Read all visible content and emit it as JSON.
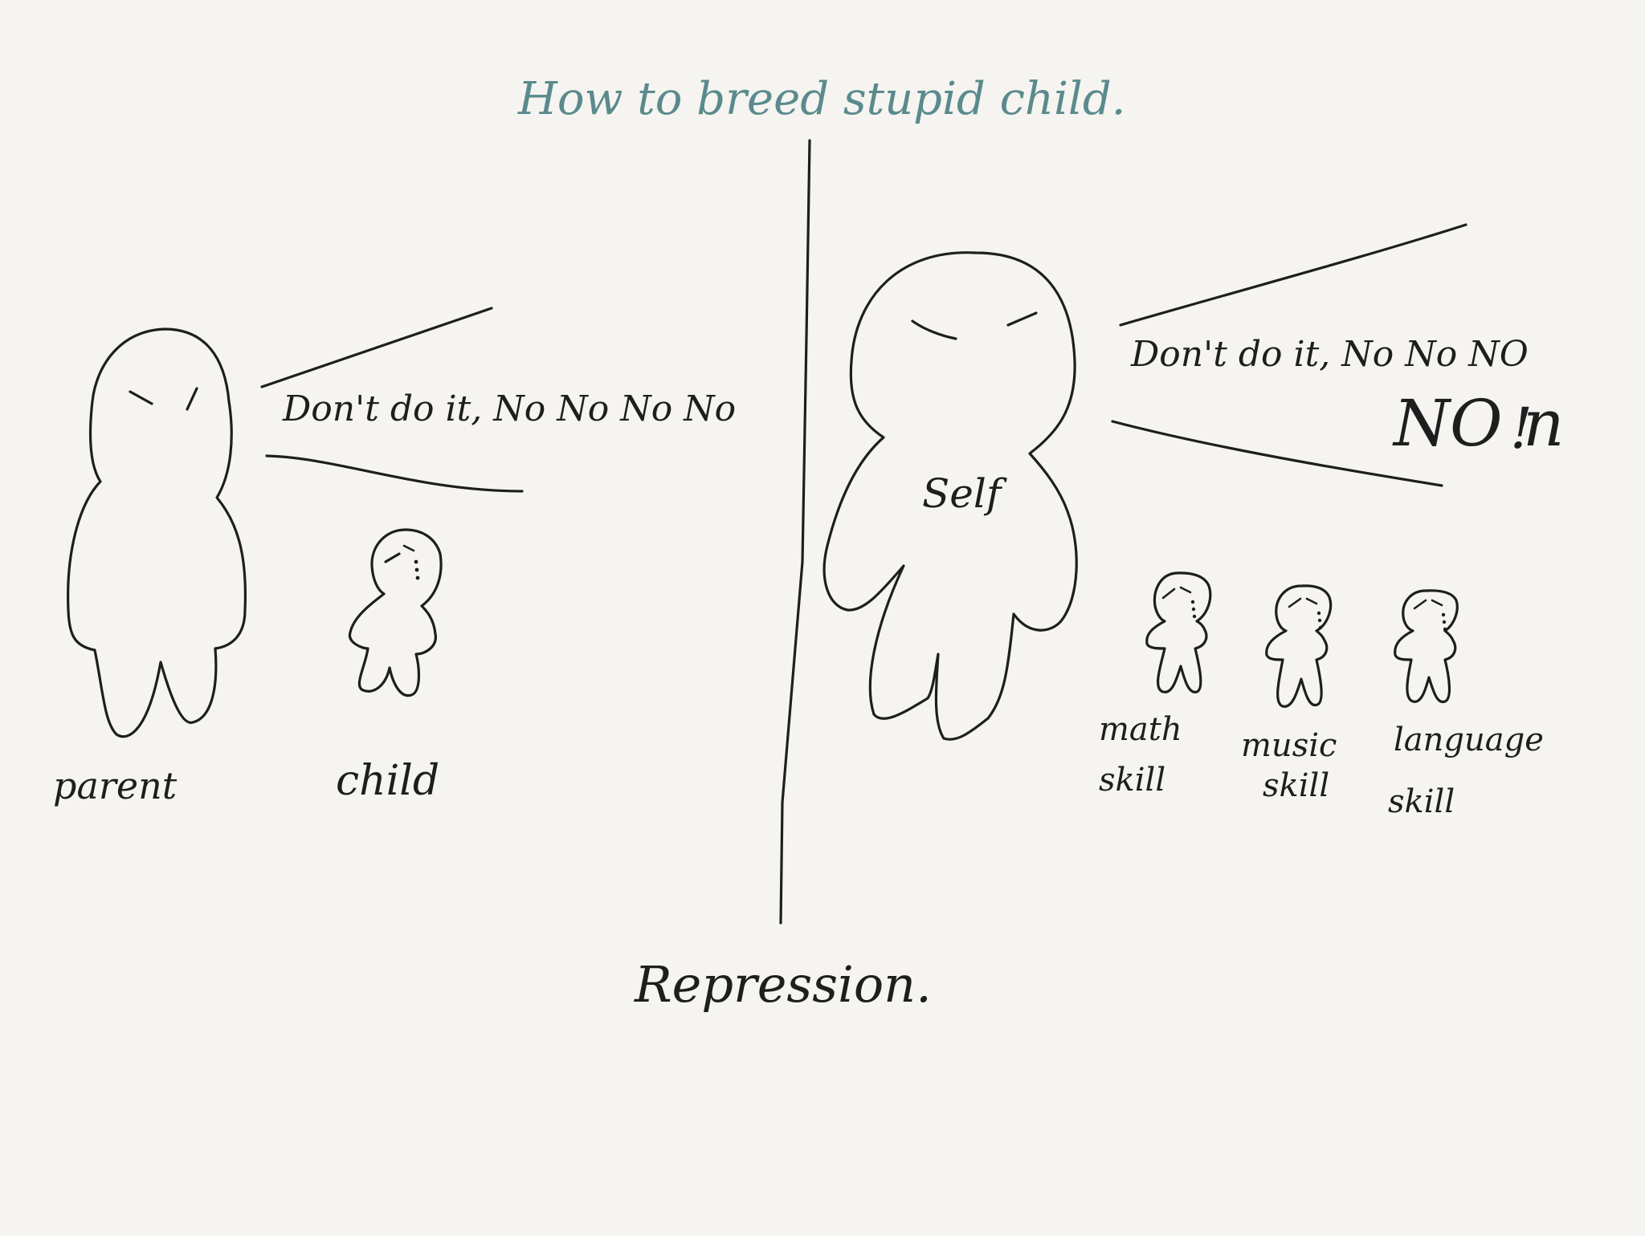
{
  "title": "How to breed stupid child.",
  "left_panel": {
    "parent_label": "parent",
    "child_label": "child",
    "speech": "Don't do it, No No No No"
  },
  "right_panel": {
    "self_label": "Self",
    "speech_line1": "Don't do it, No No NO",
    "speech_line2": "NO n",
    "speech_mark": "!",
    "skills": [
      {
        "line1": "math",
        "line2": "skill"
      },
      {
        "line1": "music",
        "line2": "skill"
      },
      {
        "line1": "language",
        "line2": "skill"
      }
    ]
  },
  "caption": "Repression."
}
